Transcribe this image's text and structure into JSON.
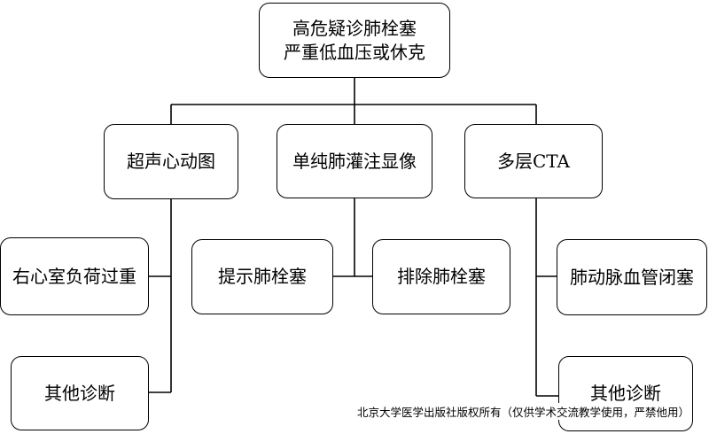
{
  "diagram": {
    "root": {
      "line1": "高危疑诊肺栓塞",
      "line2": "严重低血压或休克"
    },
    "branches": {
      "echo": {
        "label": "超声心动图",
        "outcome1": "右心室负荷过重",
        "outcome2": "其他诊断"
      },
      "perfusion": {
        "label": "单纯肺灌注显像",
        "outcome1": "提示肺栓塞",
        "outcome2": "排除肺栓塞"
      },
      "cta": {
        "label": "多层CTA",
        "outcome1": "肺动脉血管闭塞",
        "outcome2": "其他诊断"
      }
    }
  },
  "watermark": "北京大学医学出版社版权所有（仅供学术交流教学使用，严禁他用）"
}
